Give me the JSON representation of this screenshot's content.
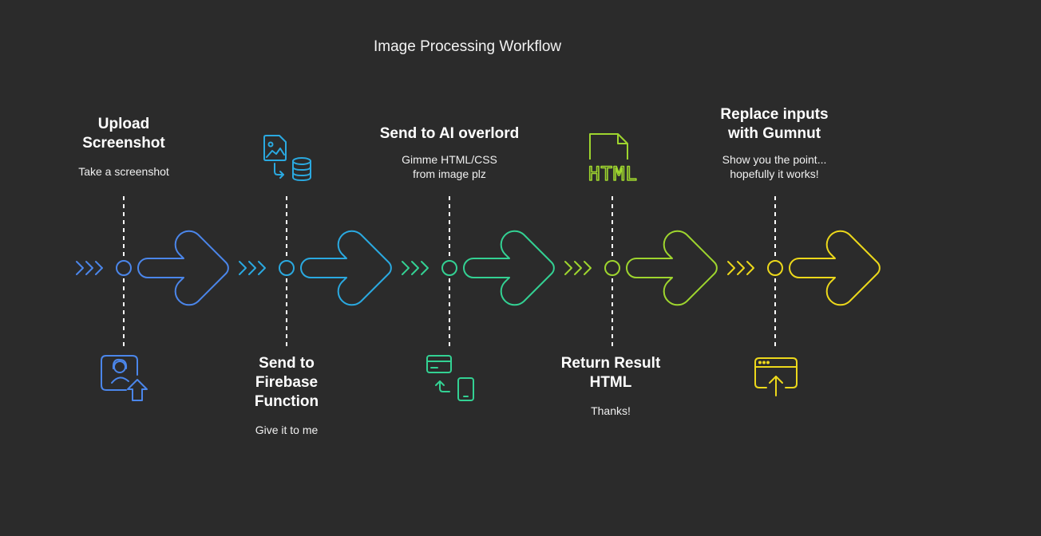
{
  "title": "Image Processing Workflow",
  "steps": [
    {
      "heading": [
        "Upload",
        "Screenshot"
      ],
      "description": [
        "Take a screenshot"
      ],
      "color": "#4b86ea",
      "icon": "person-upload-icon",
      "label_position": "top"
    },
    {
      "heading": [
        "Send to",
        "Firebase",
        "Function"
      ],
      "description": [
        "Give it to me"
      ],
      "color": "#2aa9e0",
      "icon": "image-to-database-icon",
      "label_position": "bottom"
    },
    {
      "heading": [
        "Send to AI overlord"
      ],
      "description": [
        "Gimme HTML/CSS",
        "from image plz"
      ],
      "color": "#33d193",
      "icon": "card-to-phone-icon",
      "label_position": "top"
    },
    {
      "heading": [
        "Return Result",
        "HTML"
      ],
      "description": [
        "Thanks!"
      ],
      "color": "#9ed52e",
      "icon": "html-file-icon",
      "icon_text": "HTML",
      "label_position": "bottom"
    },
    {
      "heading": [
        "Replace inputs",
        "with Gumnut"
      ],
      "description": [
        "Show you the point...",
        "hopefully it works!"
      ],
      "color": "#ecd81b",
      "icon": "browser-upload-icon",
      "label_position": "top"
    }
  ]
}
